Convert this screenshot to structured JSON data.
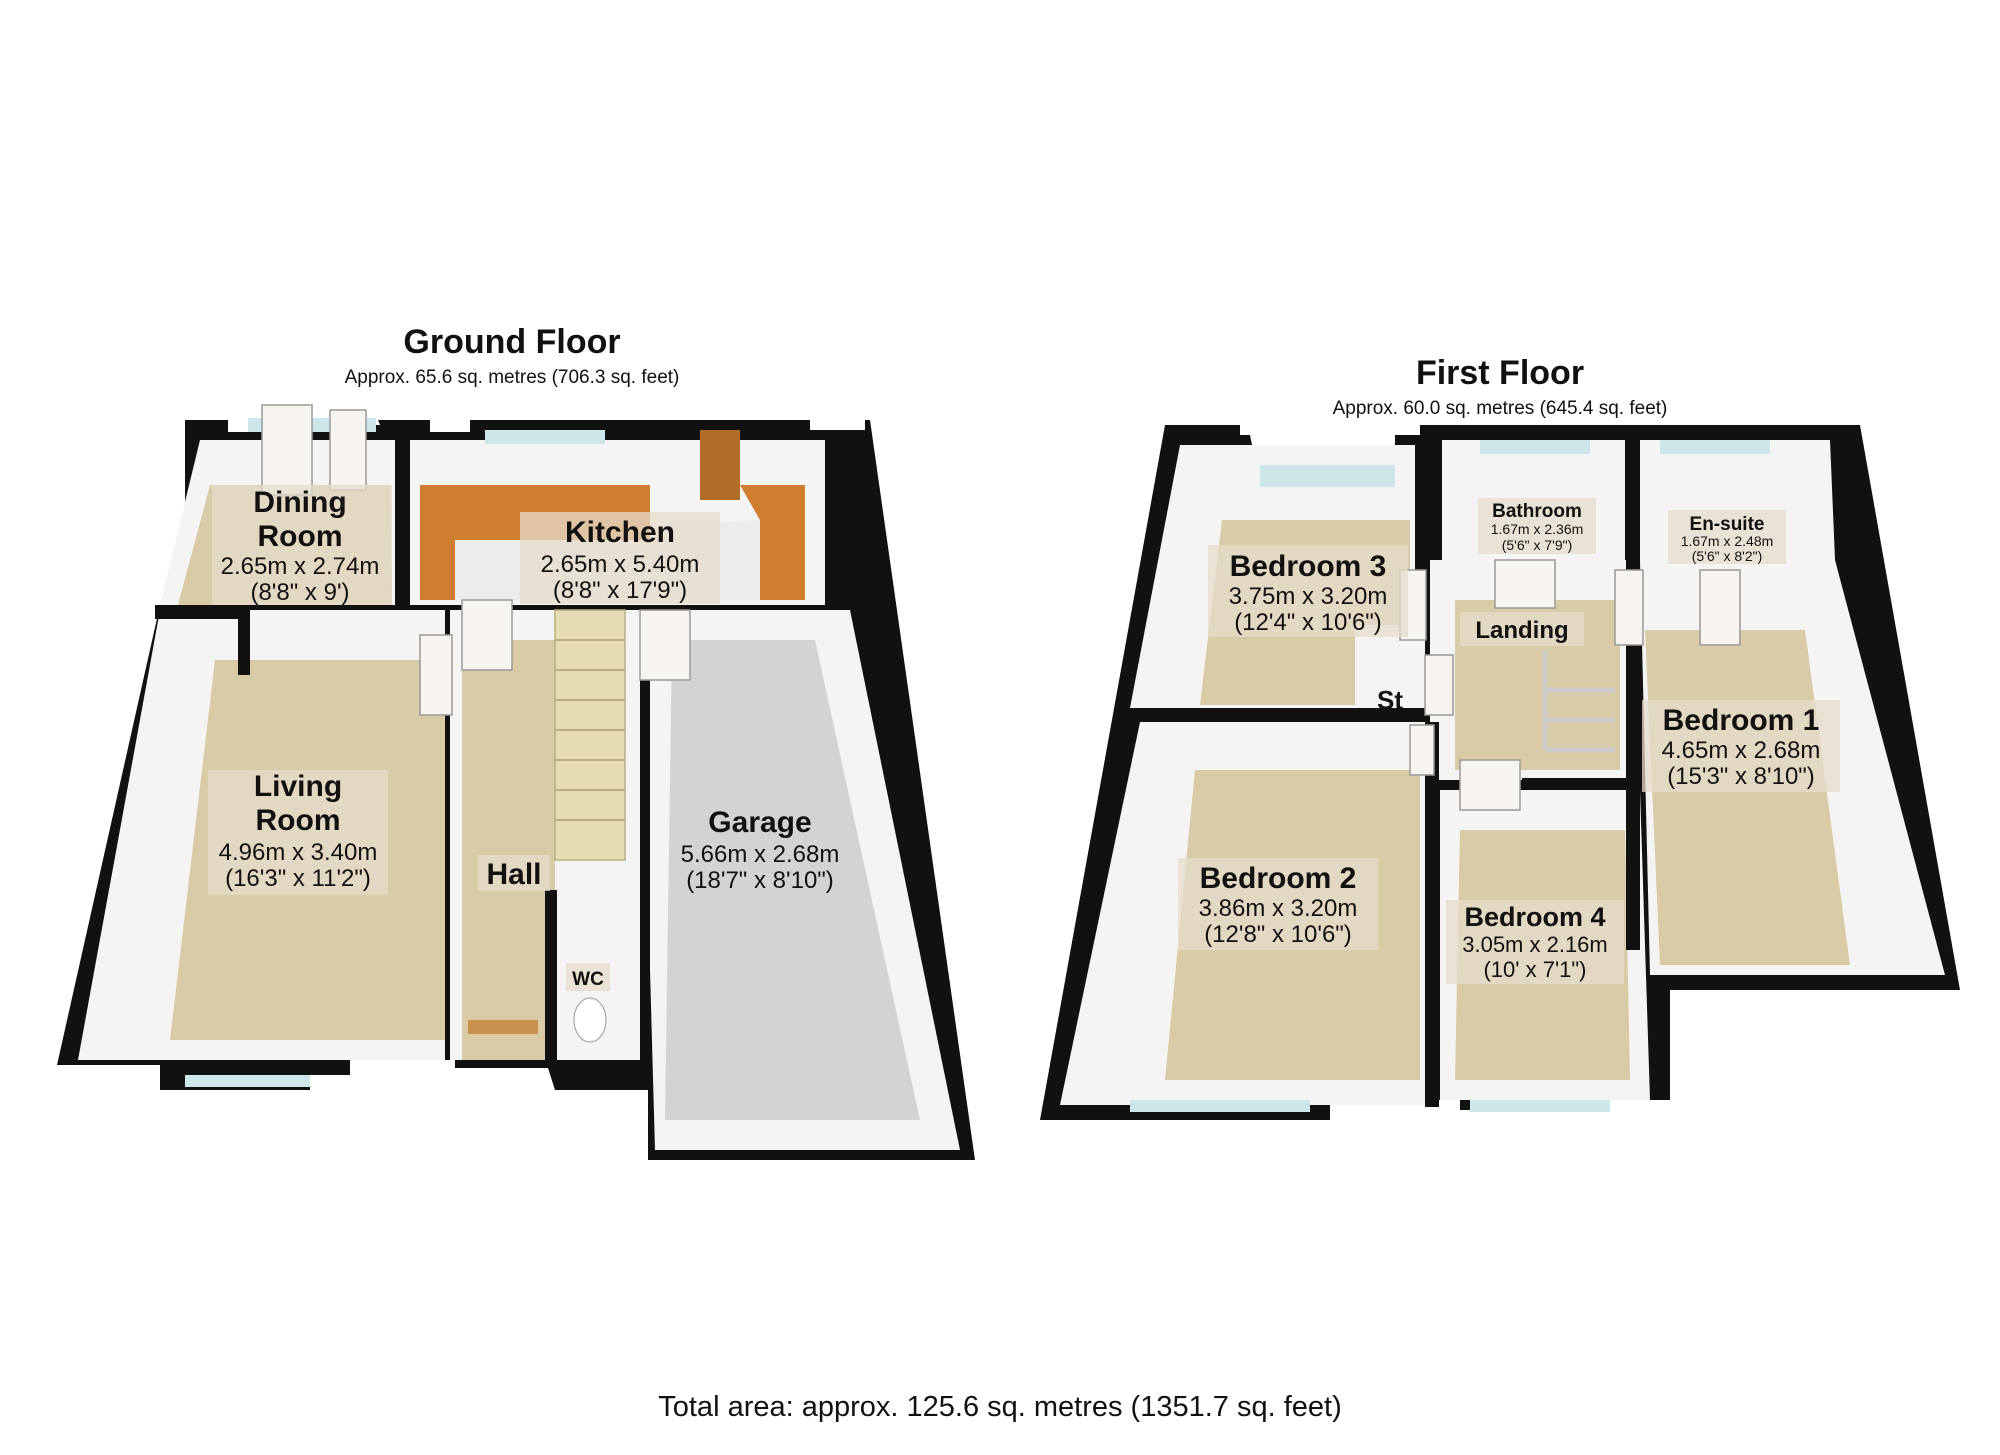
{
  "ground_floor": {
    "title": "Ground Floor",
    "area": "Approx. 65.6 sq. metres (706.3 sq. feet)",
    "rooms": {
      "dining": {
        "name_1": "Dining",
        "name_2": "Room",
        "metric": "2.65m x 2.74m",
        "imperial": "(8'8\" x 9')"
      },
      "kitchen": {
        "name": "Kitchen",
        "metric": "2.65m x 5.40m",
        "imperial": "(8'8\" x 17'9\")"
      },
      "living": {
        "name_1": "Living",
        "name_2": "Room",
        "metric": "4.96m x 3.40m",
        "imperial": "(16'3\" x 11'2\")"
      },
      "garage": {
        "name": "Garage",
        "metric": "5.66m x 2.68m",
        "imperial": "(18'7\" x 8'10\")"
      },
      "hall": {
        "name": "Hall"
      },
      "wc": {
        "name": "WC"
      }
    }
  },
  "first_floor": {
    "title": "First Floor",
    "area": "Approx. 60.0 sq. metres (645.4 sq. feet)",
    "rooms": {
      "bedroom3": {
        "name": "Bedroom 3",
        "metric": "3.75m x 3.20m",
        "imperial": "(12'4\" x 10'6\")"
      },
      "bathroom": {
        "name": "Bathroom",
        "metric": "1.67m x 2.36m",
        "imperial": "(5'6\" x 7'9\")"
      },
      "ensuite": {
        "name": "En-suite",
        "metric": "1.67m x 2.48m",
        "imperial": "(5'6\" x 8'2\")"
      },
      "landing": {
        "name": "Landing"
      },
      "store": {
        "name": "St"
      },
      "bedroom1": {
        "name": "Bedroom 1",
        "metric": "4.65m x 2.68m",
        "imperial": "(15'3\" x 8'10\")"
      },
      "bedroom2": {
        "name": "Bedroom 2",
        "metric": "3.86m x 3.20m",
        "imperial": "(12'8\" x 10'6\")"
      },
      "bedroom4": {
        "name": "Bedroom 4",
        "metric": "3.05m x 2.16m",
        "imperial": "(10' x 7'1\")"
      }
    }
  },
  "total_area": "Total area: approx. 125.6 sq. metres (1351.7 sq. feet)"
}
